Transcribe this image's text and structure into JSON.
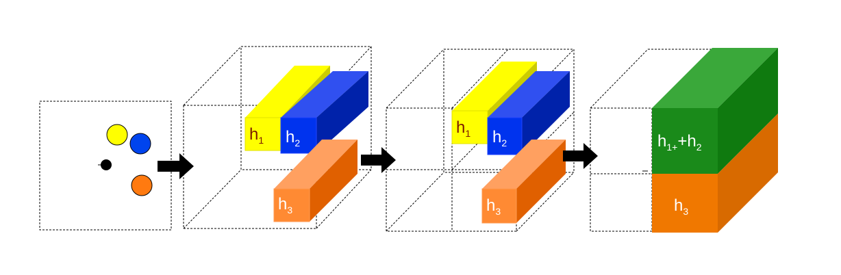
{
  "panels": {
    "p2": {
      "bars": [
        {
          "label": "h",
          "sub": "1",
          "color": "#ffff00",
          "text_color": "#7a1a00"
        },
        {
          "label": "h",
          "sub": "2",
          "color": "#0033ee",
          "text_color": "#ffffff"
        },
        {
          "label": "h",
          "sub": "3",
          "color": "#ff8a33",
          "text_color": "#ffffff"
        }
      ]
    },
    "p3": {
      "bars": [
        {
          "label": "h",
          "sub": "1",
          "color": "#ffff00",
          "text_color": "#7a1a00"
        },
        {
          "label": "h",
          "sub": "2",
          "color": "#0033ee",
          "text_color": "#ffffff"
        },
        {
          "label": "h",
          "sub": "3",
          "color": "#ff8a33",
          "text_color": "#ffffff"
        }
      ]
    },
    "p4": {
      "top": {
        "label_a": "h",
        "sub_a": "1+",
        "plus": "+h",
        "sub_b": "2",
        "color": "#1a8a1a"
      },
      "bottom": {
        "label": "h",
        "sub": "3",
        "color": "#f07800"
      }
    }
  },
  "colors": {
    "circle_yellow": "#ffff00",
    "circle_blue": "#0044ee",
    "circle_orange": "#ff7a10",
    "arrow": "#000000"
  }
}
